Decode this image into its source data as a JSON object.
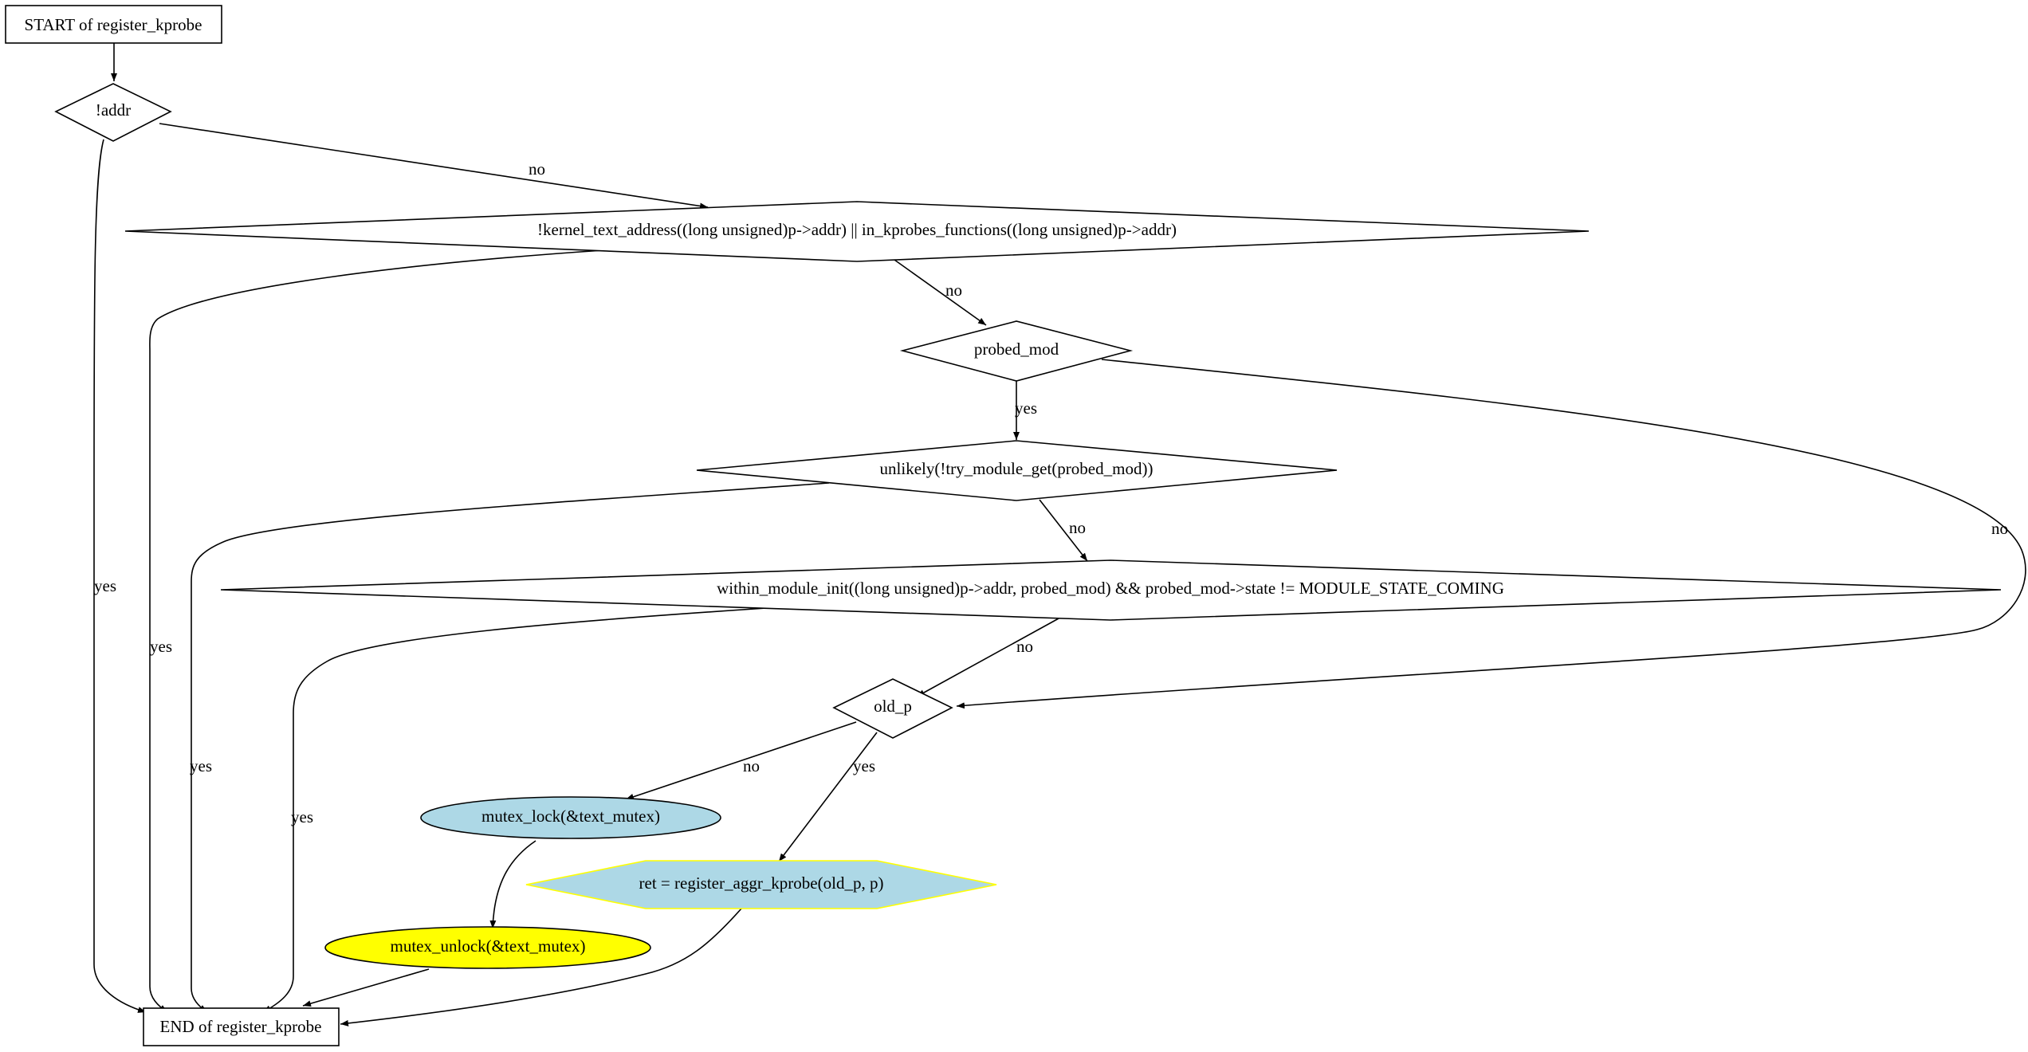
{
  "diagram": {
    "nodes": {
      "start": {
        "label": "START of register_kprobe",
        "shape": "box"
      },
      "addr": {
        "label": "!addr",
        "shape": "diamond"
      },
      "kernel_text": {
        "label": "!kernel_text_address((long unsigned)p->addr) || in_kprobes_functions((long unsigned)p->addr)",
        "shape": "diamond"
      },
      "probed_mod": {
        "label": "probed_mod",
        "shape": "diamond"
      },
      "try_module_get": {
        "label": "unlikely(!try_module_get(probed_mod))",
        "shape": "diamond"
      },
      "within_module_init": {
        "label": "within_module_init((long unsigned)p->addr, probed_mod) && probed_mod->state != MODULE_STATE_COMING",
        "shape": "diamond"
      },
      "old_p": {
        "label": "old_p",
        "shape": "diamond"
      },
      "mutex_lock": {
        "label": "mutex_lock(&text_mutex)",
        "shape": "ellipse",
        "fill": "#add8e6"
      },
      "register_aggr": {
        "label": "ret = register_aggr_kprobe(old_p, p)",
        "shape": "hexagon",
        "fill": "#add8e6",
        "stroke": "#ffff00"
      },
      "mutex_unlock": {
        "label": "mutex_unlock(&text_mutex)",
        "shape": "ellipse",
        "fill": "#ffff00"
      },
      "end": {
        "label": "END of register_kprobe",
        "shape": "box"
      }
    },
    "edges": {
      "start_addr": {
        "from": "START of register_kprobe",
        "to": "!addr",
        "label": ""
      },
      "addr_kernel_no": {
        "from": "!addr",
        "to": "kernel_text",
        "label": "no"
      },
      "addr_end_yes": {
        "from": "!addr",
        "to": "END of register_kprobe",
        "label": "yes"
      },
      "kernel_probed_no": {
        "from": "kernel_text",
        "to": "probed_mod",
        "label": "no"
      },
      "kernel_end_yes": {
        "from": "kernel_text",
        "to": "END of register_kprobe",
        "label": "yes"
      },
      "probed_try_yes": {
        "from": "probed_mod",
        "to": "try_module_get",
        "label": "yes"
      },
      "probed_old_no": {
        "from": "probed_mod",
        "to": "old_p",
        "label": "no"
      },
      "try_within_no": {
        "from": "try_module_get",
        "to": "within_module_init",
        "label": "no"
      },
      "try_end_yes": {
        "from": "try_module_get",
        "to": "END of register_kprobe",
        "label": "yes"
      },
      "within_old_no": {
        "from": "within_module_init",
        "to": "old_p",
        "label": "no"
      },
      "within_end_yes": {
        "from": "within_module_init",
        "to": "END of register_kprobe",
        "label": "yes"
      },
      "old_lock_no": {
        "from": "old_p",
        "to": "mutex_lock",
        "label": "no"
      },
      "old_aggr_yes": {
        "from": "old_p",
        "to": "register_aggr",
        "label": "yes"
      },
      "lock_unlock": {
        "from": "mutex_lock",
        "to": "mutex_unlock",
        "label": ""
      },
      "unlock_end": {
        "from": "mutex_unlock",
        "to": "END of register_kprobe",
        "label": ""
      },
      "aggr_end": {
        "from": "register_aggr",
        "to": "END of register_kprobe",
        "label": ""
      }
    }
  }
}
